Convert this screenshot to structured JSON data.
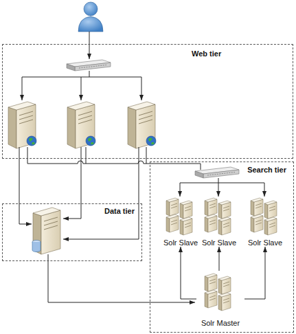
{
  "diagram": {
    "nodes": [
      {
        "text": [
          "Web tier"
        ]
      },
      {
        "text": [
          "Search tier"
        ]
      },
      {
        "text": [
          "Data tier"
        ]
      },
      {
        "text": [
          "Solr Slave"
        ],
        "in": 1
      },
      {
        "text": [
          "Solr Slave"
        ],
        "in": 1
      },
      {
        "text": [
          "Solr Slave"
        ],
        "in": 1
      },
      {
        "text": [
          "Solr Master"
        ],
        "in": 1
      }
    ],
    "edges": [
      {
        "from": 6,
        "to": 3,
        "arrow": "to"
      },
      {
        "from": 6,
        "to": 4,
        "arrow": "to"
      },
      {
        "from": 6,
        "to": 5,
        "arrow": "to"
      }
    ]
  }
}
